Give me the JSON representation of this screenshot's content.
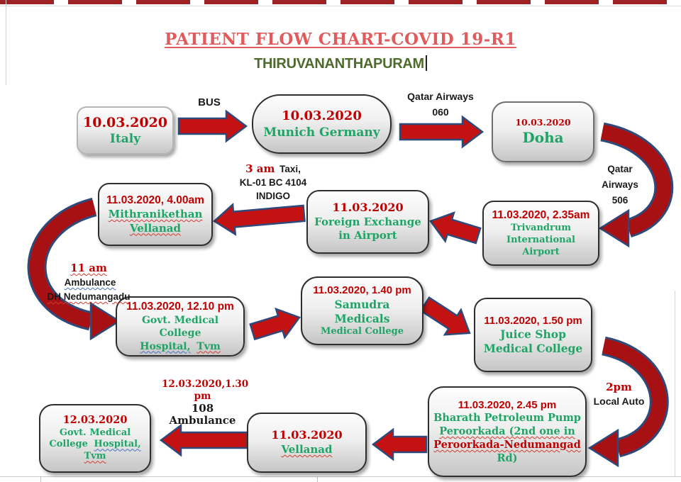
{
  "page": {
    "title": "PATIENT FLOW CHART-COVID 19-R1",
    "subtitle": "THIRUVANANTHAPURAM"
  },
  "colors": {
    "date_red": "#C00000",
    "place_green": "#1EA566",
    "title_red": "#E05C5C",
    "subtitle_green": "#4E6A2D",
    "arrow_red": "#C41111",
    "curve_red": "#A81113",
    "arrow_outline_navy": "#2E4A7A",
    "top_border_red": "#9E2125"
  },
  "boxes": {
    "italy": {
      "date": "10.03.2020",
      "name": "Italy"
    },
    "munich": {
      "date": "10.03.2020",
      "name": "Munich Germany"
    },
    "doha": {
      "date": "10.03.2020",
      "name": "Doha"
    },
    "trivandrum_airport": {
      "date": "11.03.2020, 2.35am",
      "lines": [
        "Trivandrum",
        "International",
        "Airport"
      ]
    },
    "foreign_exchange": {
      "date": "11.03.2020",
      "lines": [
        "Foreign Exchange",
        "in Airport"
      ]
    },
    "mithranikethan": {
      "date": "11.03.2020, 4.00am",
      "lines": [
        "Mithranikethan",
        "Vellanad"
      ]
    },
    "govt_mch_1": {
      "date": "11.03.2020, 12.10 pm",
      "lines": [
        "Govt. Medical College",
        "Hospital,",
        "Tvm"
      ]
    },
    "samudra": {
      "date": "11.03.2020, 1.40 pm",
      "name": "Samudra Medicals",
      "sub": "Medical College"
    },
    "juice_shop": {
      "date": "11.03.2020, 1.50 pm",
      "lines": [
        "Juice Shop",
        "Medical College"
      ]
    },
    "bharath": {
      "date": "11.03.2020, 2.45 pm",
      "lines": [
        "Bharath Petroleum Pump",
        "Peroorkada (2nd one in",
        "Peroorkada-Nedumangad",
        "Rd)"
      ]
    },
    "vellanad": {
      "date": "11.03.2020",
      "name": "Vellanad"
    },
    "govt_mch_2": {
      "date": "12.03.2020",
      "lines": [
        "Govt. Medical",
        "College",
        "Hospital,",
        "Tvm"
      ]
    }
  },
  "edge_labels": {
    "bus": "BUS",
    "qatar_airways_060": {
      "line1": "Qatar Airways",
      "line2": "060"
    },
    "qatar_airways_506": {
      "line1": "Qatar",
      "line2": "Airways",
      "line3": "506"
    },
    "taxi": {
      "time": "3 am",
      "vehicle": "Taxi,",
      "line2": "KL-01 BC 4104",
      "line3": "INDIGO"
    },
    "ambulance_11am": {
      "time": "11 am",
      "vehicle": "Ambulance",
      "line2": "DH Nedumangadu"
    },
    "local_auto": {
      "time": "2pm",
      "vehicle": "Local Auto"
    },
    "ambulance_108": {
      "line1": "12.03.2020,1.30",
      "line2": "pm",
      "line3": "108 Ambulance"
    }
  }
}
